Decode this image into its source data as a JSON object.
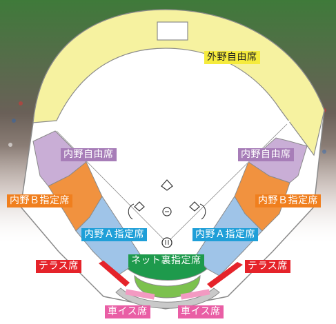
{
  "colors": {
    "outfield": "#f6f2a0",
    "infield_free": "#c9aed6",
    "infield_b": "#f1923f",
    "infield_a": "#9fc4e8",
    "net_back": "#1e9a4c",
    "terrace": "#e5232a",
    "wheelchair": "#f39ac2",
    "grass": "#7cc14e",
    "concourse": "#c9c9c9"
  },
  "sections": {
    "outfield_free": {
      "label": "外野自由席"
    },
    "infield_free_left": {
      "label": "内野自由席"
    },
    "infield_free_right": {
      "label": "内野自由席"
    },
    "infield_b_left": {
      "label": "内野Ｂ指定席"
    },
    "infield_b_right": {
      "label": "内野Ｂ指定席"
    },
    "infield_a_left": {
      "label": "内野Ａ指定席"
    },
    "infield_a_right": {
      "label": "内野Ａ指定席"
    },
    "net_back": {
      "label": "ネット裏指定席"
    },
    "terrace_left": {
      "label": "テラス席"
    },
    "terrace_right": {
      "label": "テラス席"
    },
    "wheelchair_left": {
      "label": "車イス席"
    },
    "wheelchair_right": {
      "label": "車イス席"
    }
  }
}
